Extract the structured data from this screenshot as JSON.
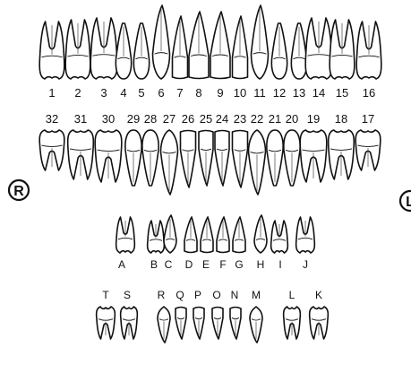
{
  "side_markers": {
    "right": "R",
    "left": "L"
  },
  "permanent": {
    "upper_labels": [
      "1",
      "2",
      "3",
      "4",
      "5",
      "6",
      "7",
      "8",
      "9",
      "10",
      "11",
      "12",
      "13",
      "14",
      "15",
      "16"
    ],
    "lower_labels": [
      "32",
      "31",
      "30",
      "29",
      "28",
      "27",
      "26",
      "25",
      "24",
      "23",
      "22",
      "21",
      "20",
      "19",
      "18",
      "17"
    ]
  },
  "primary": {
    "upper_labels": [
      "A",
      "B",
      "C",
      "D",
      "E",
      "F",
      "G",
      "H",
      "I",
      "J"
    ],
    "lower_labels": [
      "T",
      "S",
      "R",
      "Q",
      "P",
      "O",
      "N",
      "M",
      "L",
      "K"
    ]
  }
}
